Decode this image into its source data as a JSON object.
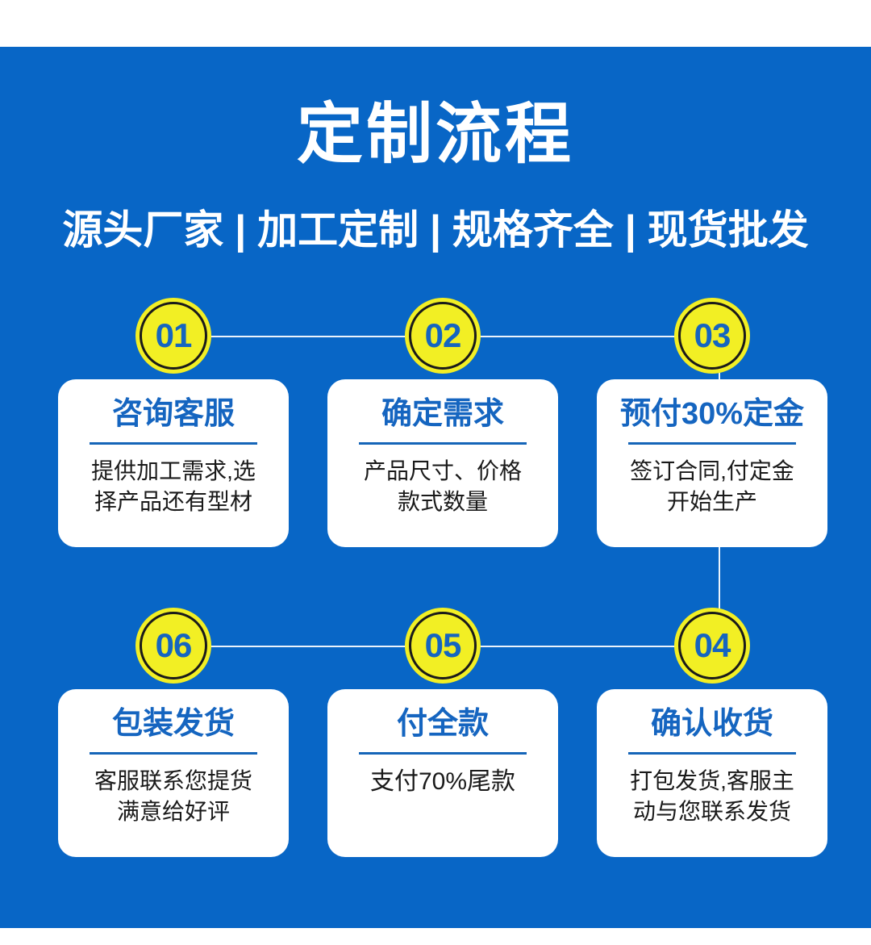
{
  "theme": {
    "background_blue": "#0866c6",
    "badge_yellow": "#f2ef24",
    "badge_text_blue": "#1565c0",
    "card_white": "#ffffff",
    "title_white": "#ffffff",
    "rule_blue": "#1565b8",
    "body_text": "#1a1a1a"
  },
  "header": {
    "title": "定制流程",
    "subtitle": "源头厂家 | 加工定制 | 规格齐全 | 现货批发"
  },
  "steps": [
    {
      "number": "01",
      "title": "咨询客服",
      "body_lines": [
        "提供加工需求,选",
        "择产品还有型材"
      ]
    },
    {
      "number": "02",
      "title": "确定需求",
      "body_lines": [
        "产品尺寸、价格",
        "款式数量"
      ]
    },
    {
      "number": "03",
      "title": "预付30%定金",
      "body_lines": [
        "签订合同,付定金",
        "开始生产"
      ]
    },
    {
      "number": "04",
      "title": "确认收货",
      "body_lines": [
        "打包发货,客服主",
        "动与您联系发货"
      ]
    },
    {
      "number": "05",
      "title": "付全款",
      "body_lines": [
        "支付70%尾款"
      ]
    },
    {
      "number": "06",
      "title": "包装发货",
      "body_lines": [
        "客服联系您提货",
        "满意给好评"
      ]
    }
  ]
}
